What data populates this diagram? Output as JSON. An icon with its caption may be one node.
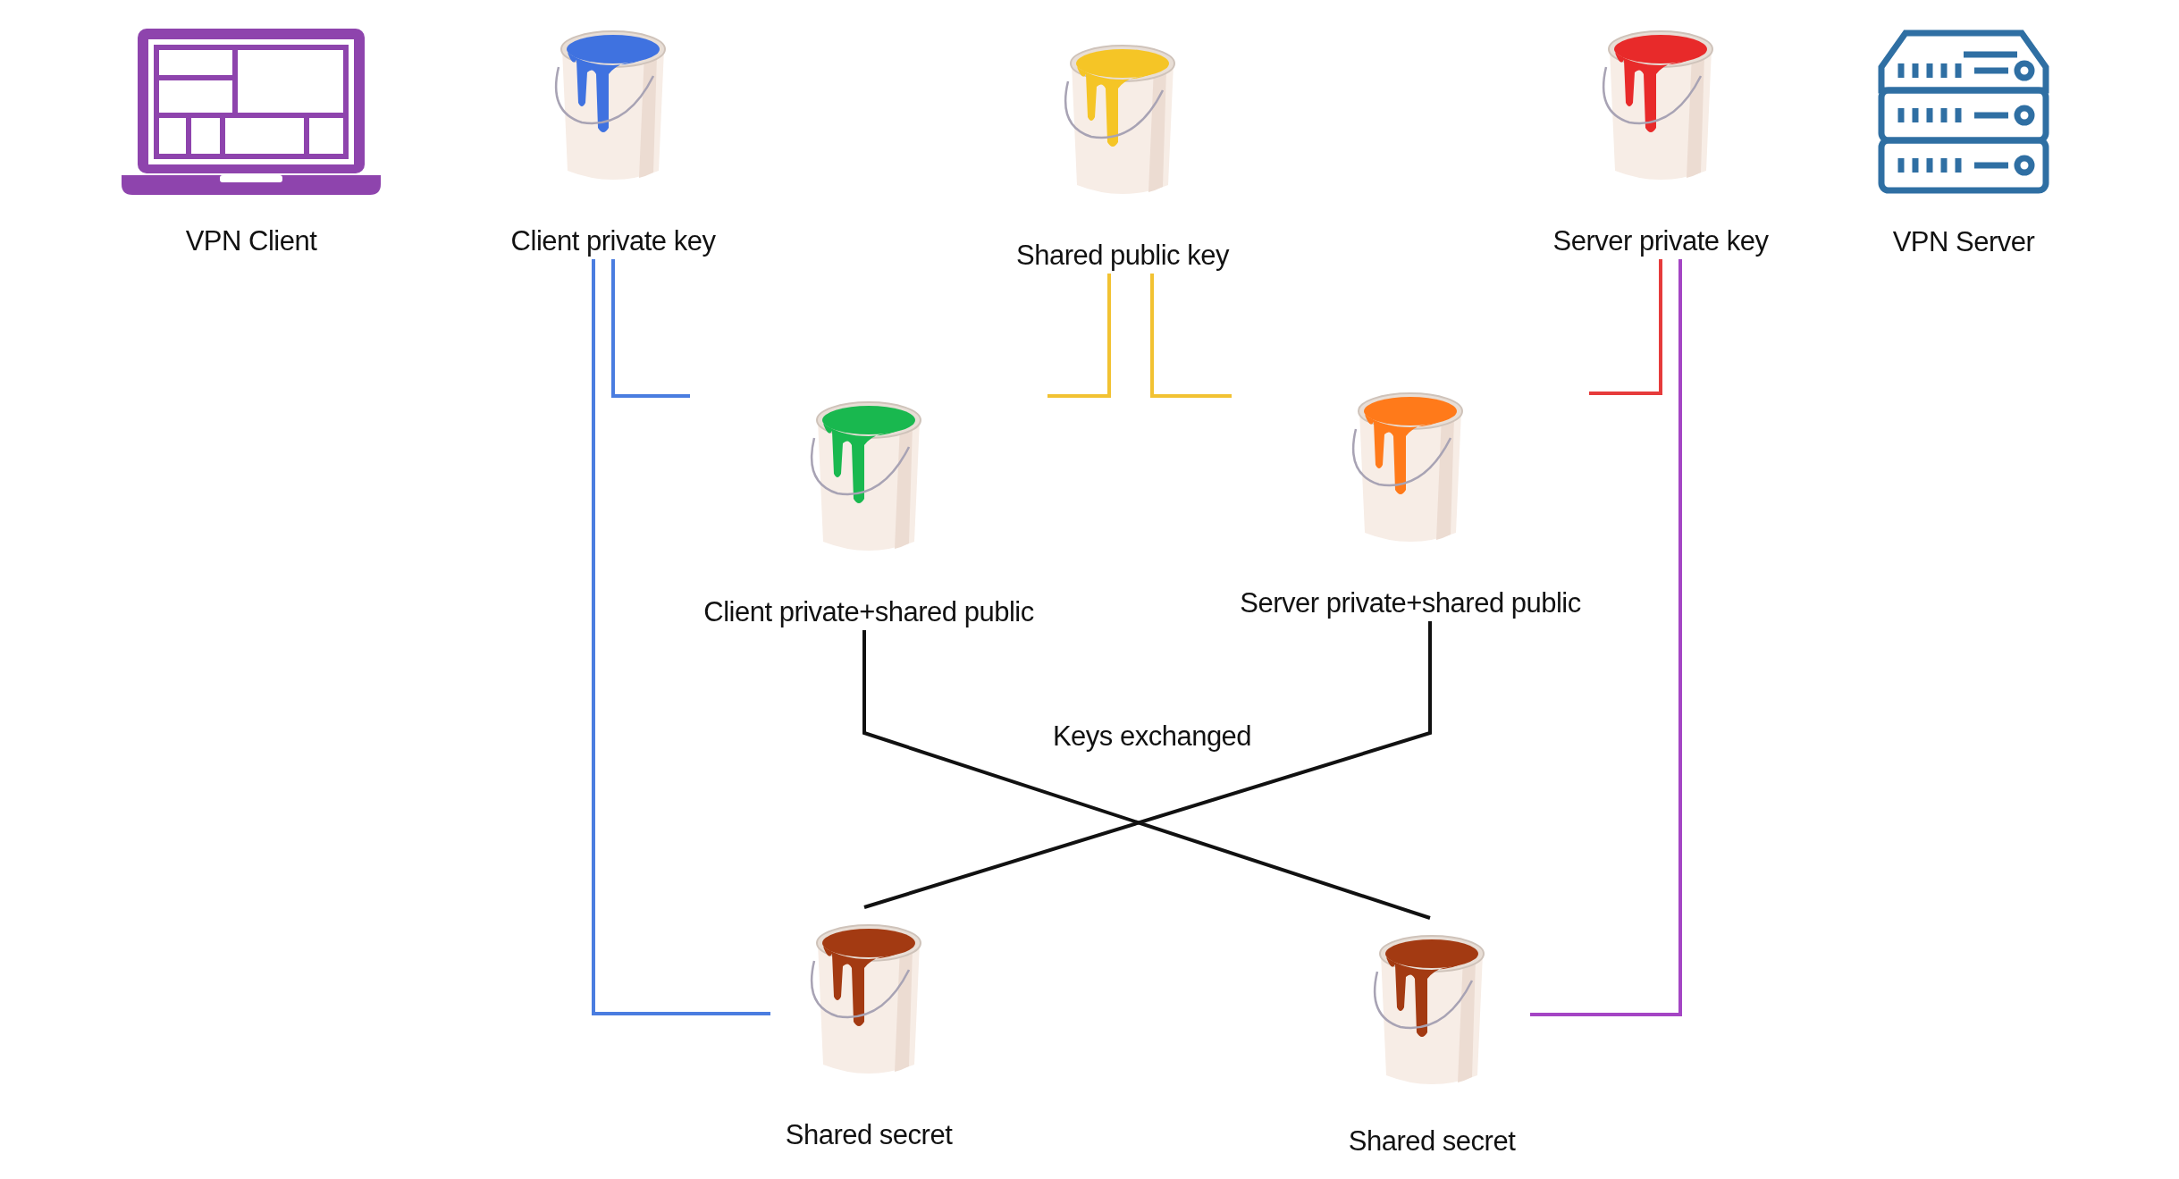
{
  "diagram": {
    "nodes": [
      {
        "text": [
          "VPN Client"
        ]
      },
      {
        "text": [
          "Client private key"
        ]
      },
      {
        "text": [
          "Shared public key"
        ]
      },
      {
        "text": [
          "Server private key"
        ]
      },
      {
        "text": [
          "VPN Server"
        ]
      },
      {
        "text": [
          "Client private+shared public"
        ]
      },
      {
        "text": [
          "Server private+shared public"
        ]
      },
      {
        "text": [
          "Shared secret"
        ]
      },
      {
        "text": [
          "Shared secret"
        ]
      }
    ],
    "edges": [
      {
        "from": 1,
        "to": 5,
        "arrow": "none",
        "color": "#4a7de0"
      },
      {
        "from": 2,
        "to": 5,
        "arrow": "none",
        "color": "#f2c232"
      },
      {
        "from": 2,
        "to": 6,
        "arrow": "none",
        "color": "#f2c232"
      },
      {
        "from": 3,
        "to": 6,
        "arrow": "none",
        "color": "#e63b3b"
      },
      {
        "from": 1,
        "to": 7,
        "arrow": "none",
        "color": "#4a7de0"
      },
      {
        "from": 3,
        "to": 8,
        "arrow": "none",
        "color": "#a445c4"
      },
      {
        "from": 5,
        "to": 8,
        "arrow": "none",
        "color": "#111111"
      },
      {
        "from": 6,
        "to": 7,
        "arrow": "none",
        "color": "#111111"
      }
    ],
    "labels": [
      "Keys exchanged"
    ]
  }
}
